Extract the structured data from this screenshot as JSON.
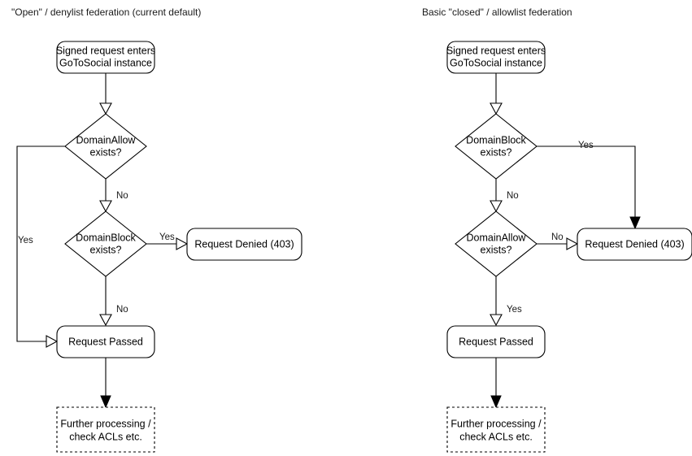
{
  "diagram": {
    "kind": "flowchart",
    "columns": [
      {
        "id": "open-denylist",
        "title": "\"Open\" / denylist federation (current default)",
        "nodes": {
          "entry": {
            "shape": "rounded-rect",
            "line1": "Signed request enters",
            "line2": "GoToSocial instance"
          },
          "decision1": {
            "shape": "diamond",
            "line1": "DomainAllow",
            "line2": "exists?"
          },
          "decision2": {
            "shape": "diamond",
            "line1": "DomainBlock",
            "line2": "exists?"
          },
          "denied": {
            "shape": "rounded-rect",
            "line1": "Request Denied (403)"
          },
          "passed": {
            "shape": "rounded-rect",
            "line1": "Request Passed"
          },
          "further": {
            "shape": "dashed-rect",
            "line1": "Further processing /",
            "line2": "check ACLs etc."
          }
        },
        "edge_labels": {
          "allow_yes": "Yes",
          "allow_no": "No",
          "block_yes": "Yes",
          "block_no": "No"
        }
      },
      {
        "id": "closed-allowlist",
        "title": "Basic \"closed\" / allowlist federation",
        "nodes": {
          "entry": {
            "shape": "rounded-rect",
            "line1": "Signed request enters",
            "line2": "GoToSocial instance"
          },
          "decision1": {
            "shape": "diamond",
            "line1": "DomainBlock",
            "line2": "exists?"
          },
          "decision2": {
            "shape": "diamond",
            "line1": "DomainAllow",
            "line2": "exists?"
          },
          "denied": {
            "shape": "rounded-rect",
            "line1": "Request Denied (403)"
          },
          "passed": {
            "shape": "rounded-rect",
            "line1": "Request Passed"
          },
          "further": {
            "shape": "dashed-rect",
            "line1": "Further processing /",
            "line2": "check ACLs etc."
          }
        },
        "edge_labels": {
          "block_yes": "Yes",
          "block_no": "No",
          "allow_no": "No",
          "allow_yes": "Yes"
        }
      }
    ],
    "colors": {
      "stroke": "#000000",
      "fill": "#ffffff",
      "text": "#000000",
      "background": "#ffffff"
    }
  }
}
